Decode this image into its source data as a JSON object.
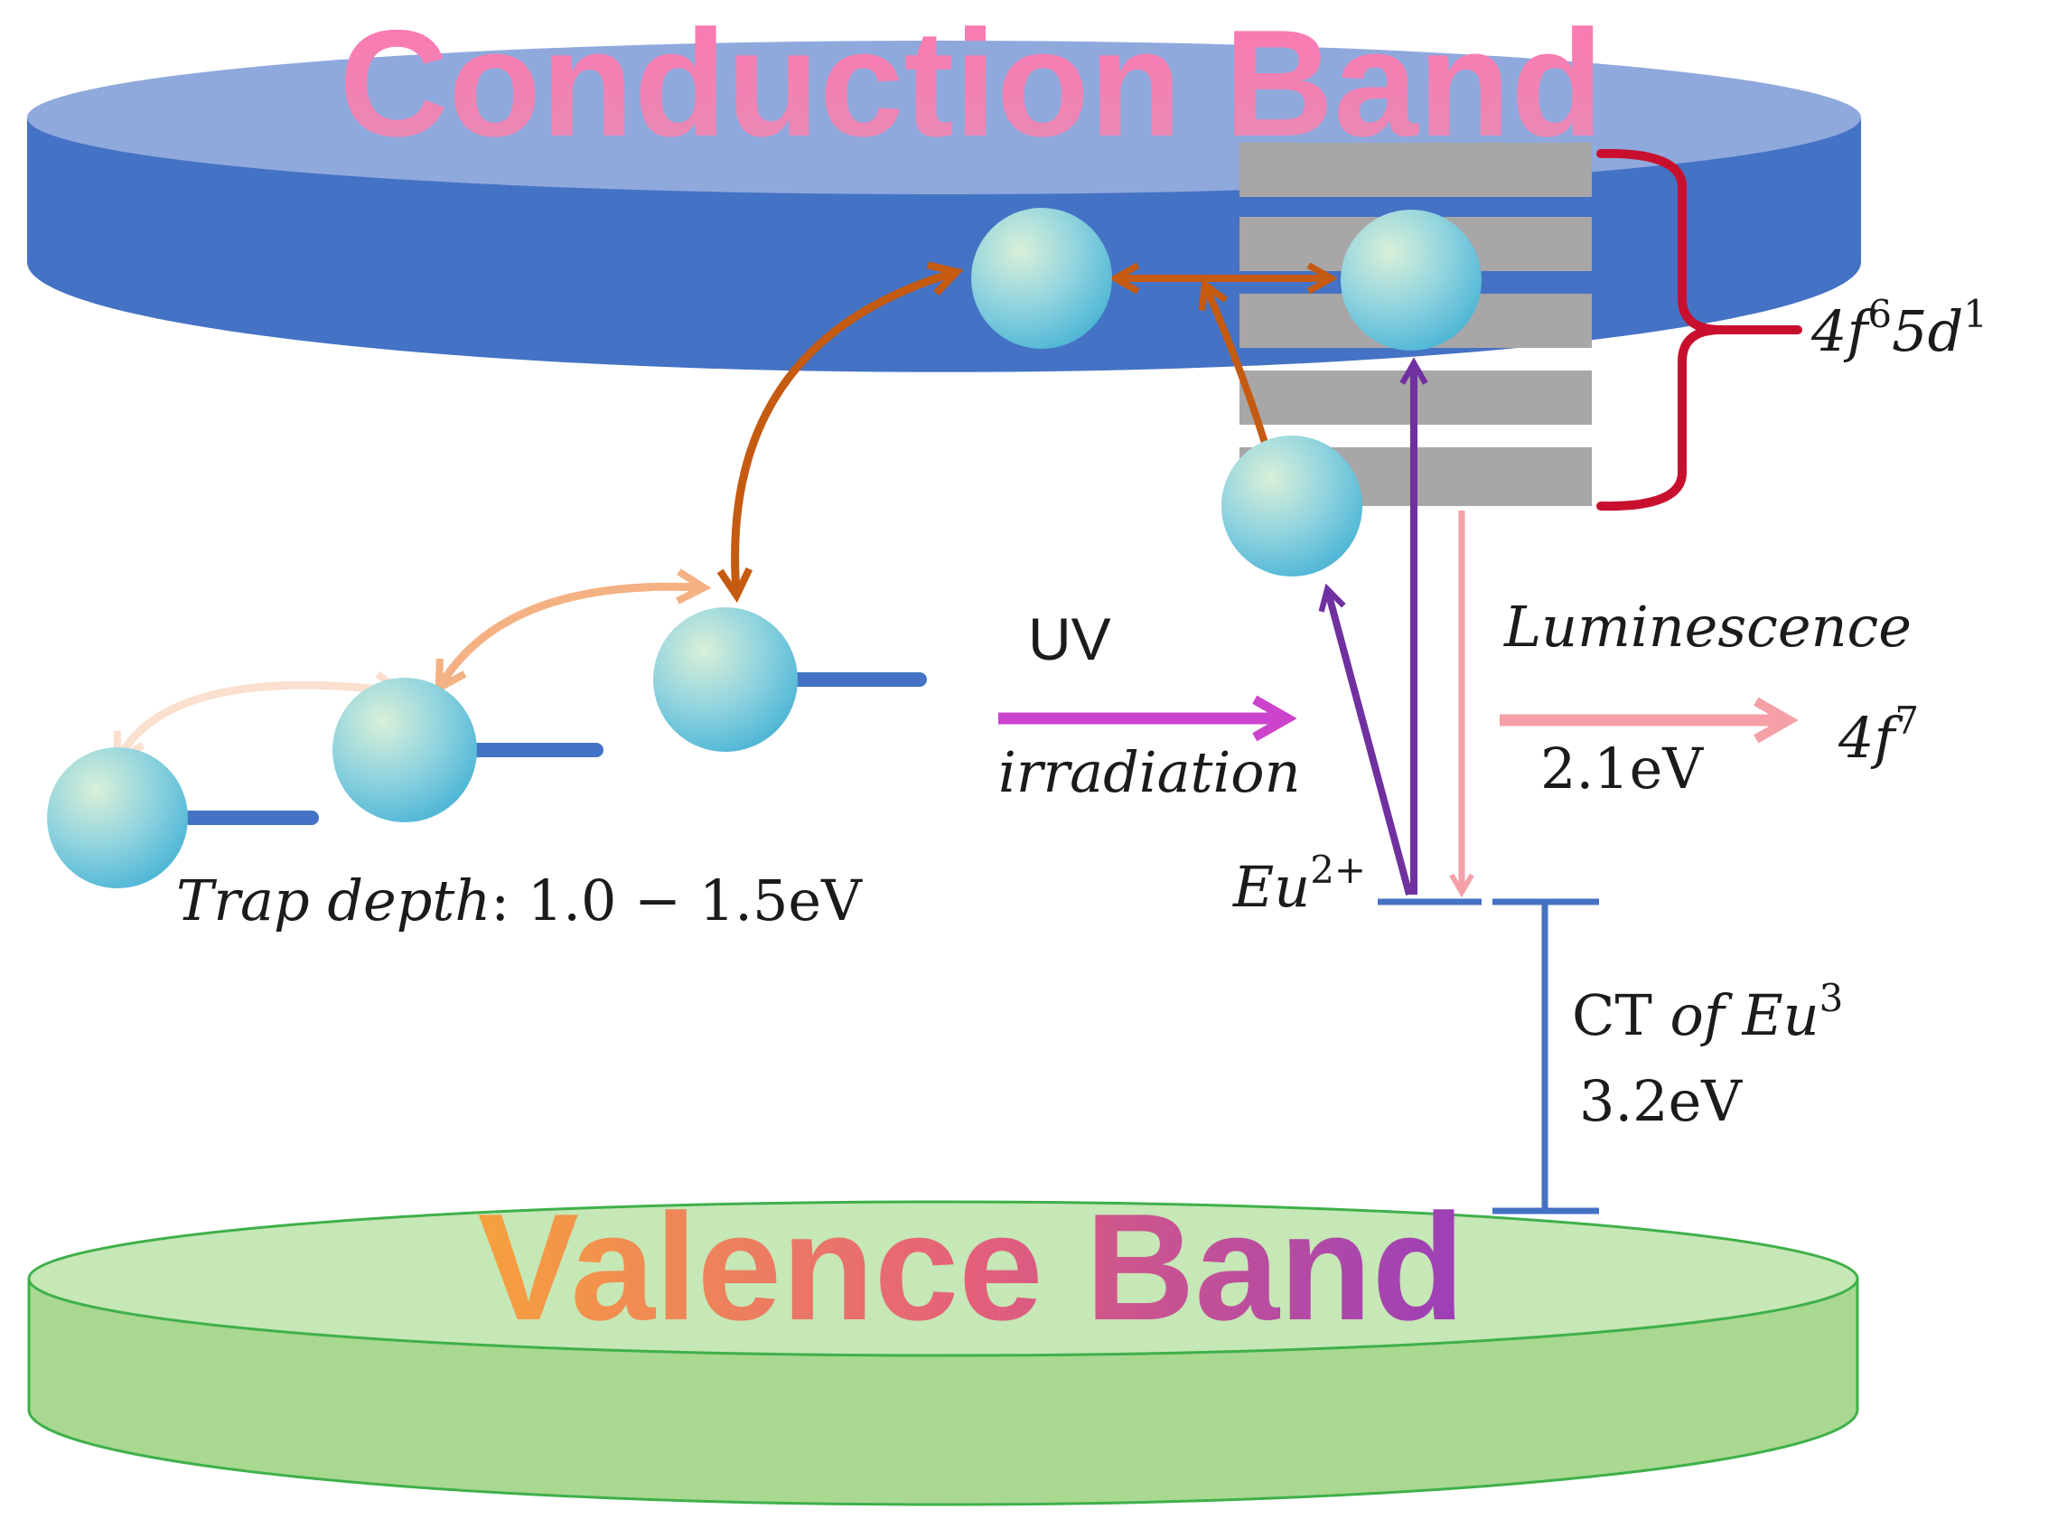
{
  "bands": {
    "conduction_label": "Conduction Band",
    "valence_label": "Valence Band"
  },
  "levels": {
    "excited_state": {
      "base": "4f",
      "sup1": "6",
      "mid": "5d",
      "sup2": "1"
    },
    "ground_state": {
      "base": "4f",
      "sup": "7"
    },
    "eu_ion": {
      "base": "Eu",
      "sup": "2+"
    }
  },
  "annotations": {
    "uv_line1": "UV",
    "uv_line2": "irradiation",
    "luminescence": "Luminescence",
    "luminescence_energy": "2.1eV",
    "trap_depth_prefix": "Trap depth",
    "trap_depth_value": ": 1.0 − 1.5eV",
    "ct_prefix": "CT ",
    "ct_italic": "of Eu",
    "ct_sup": "3",
    "ct_energy": "3.2eV"
  },
  "colors": {
    "conduction_top": "#8fa9dd",
    "conduction_body": "#4472c4",
    "valence_top": "#c6e7b6",
    "valence_body": "#a9d890",
    "valence_edge": "#3fb04a",
    "gray_level": "#a8a6a6",
    "brace": "#c8102e",
    "level_line": "#4472c4",
    "arrow_brown": "#c55a11",
    "arrow_orange": "#f4b183",
    "arrow_peach": "#fbe0d0",
    "arrow_purple": "#7030a0",
    "arrow_magenta": "#cc44cc",
    "arrow_pink": "#f4a0a6"
  }
}
